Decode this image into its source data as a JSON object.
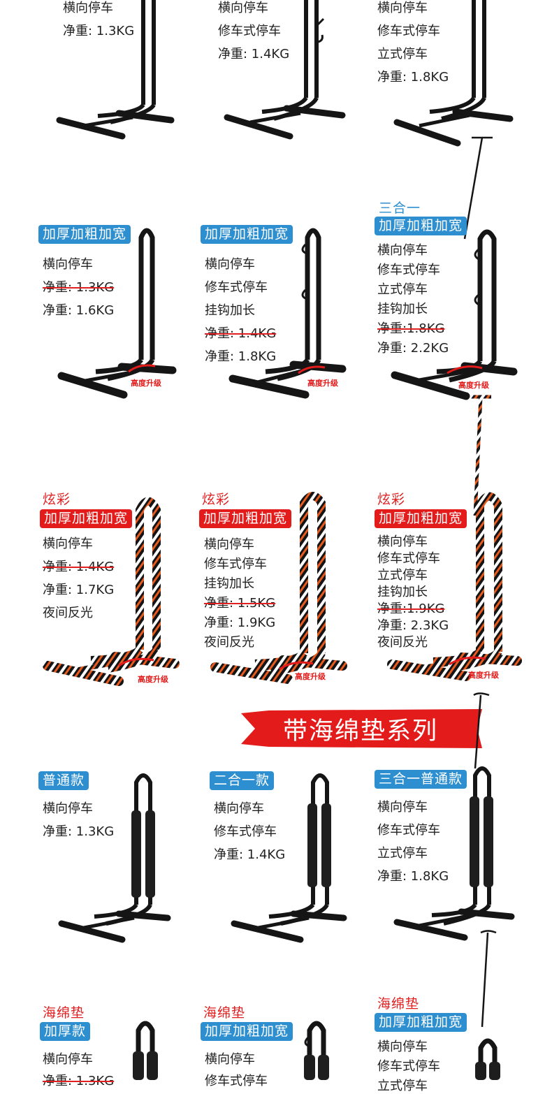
{
  "banner": {
    "title": "带海绵垫系列"
  },
  "height_tag": "高度升级",
  "colors": {
    "blue": "#2d8fd0",
    "red": "#e31b1b",
    "frame": "#151515"
  },
  "row1": [
    {
      "specs": [
        "横向停车",
        "净重: 1.3KG"
      ]
    },
    {
      "specs": [
        "横向停车",
        "修车式停车",
        "净重: 1.4KG"
      ]
    },
    {
      "specs": [
        "横向停车",
        "修车式停车",
        "立式停车",
        "净重: 1.8KG"
      ]
    }
  ],
  "row2": [
    {
      "badge": "加厚加粗加宽",
      "specs": [
        "横向停车",
        "净重: 1.3KG",
        "净重: 1.6KG"
      ]
    },
    {
      "badge": "加厚加粗加宽",
      "specs": [
        "横向停车",
        "修车式停车",
        "挂钩加长",
        "净重: 1.4KG",
        "净重: 1.8KG"
      ]
    },
    {
      "kicker": "三合一",
      "badge": "加厚加粗加宽",
      "specs": [
        "横向停车",
        "修车式停车",
        "立式停车",
        "挂钩加长",
        "净重:1.8KG",
        "净重: 2.2KG"
      ]
    }
  ],
  "row3": [
    {
      "kicker": "炫彩",
      "badge": "加厚加粗加宽",
      "specs": [
        "横向停车",
        "净重: 1.4KG",
        "净重: 1.7KG",
        "夜间反光"
      ]
    },
    {
      "kicker": "炫彩",
      "badge": "加厚加粗加宽",
      "specs": [
        "横向停车",
        "修车式停车",
        "挂钩加长",
        "净重: 1.5KG",
        "净重: 1.9KG",
        "夜间反光"
      ]
    },
    {
      "kicker": "炫彩",
      "badge": "加厚加粗加宽",
      "specs": [
        "横向停车",
        "修车式停车",
        "立式停车",
        "挂钩加长",
        "净重:1.9KG",
        "净重: 2.3KG",
        "夜间反光"
      ]
    }
  ],
  "row4": [
    {
      "badge": "普通款",
      "specs": [
        "横向停车",
        "净重: 1.3KG"
      ]
    },
    {
      "badge": "二合一款",
      "specs": [
        "横向停车",
        "修车式停车",
        "净重: 1.4KG"
      ]
    },
    {
      "badge": "三合一普通款",
      "specs": [
        "横向停车",
        "修车式停车",
        "立式停车",
        "净重: 1.8KG"
      ]
    }
  ],
  "row5": [
    {
      "kicker": "海绵垫",
      "badge": "加厚款",
      "specs": [
        "横向停车",
        "净重: 1.3KG"
      ]
    },
    {
      "kicker": "海绵垫",
      "badge": "加厚加粗加宽",
      "specs": [
        "横向停车",
        "修车式停车"
      ]
    },
    {
      "kicker": "海绵垫",
      "badge": "加厚加粗加宽",
      "specs": [
        "横向停车",
        "修车式停车",
        "立式停车"
      ]
    }
  ]
}
